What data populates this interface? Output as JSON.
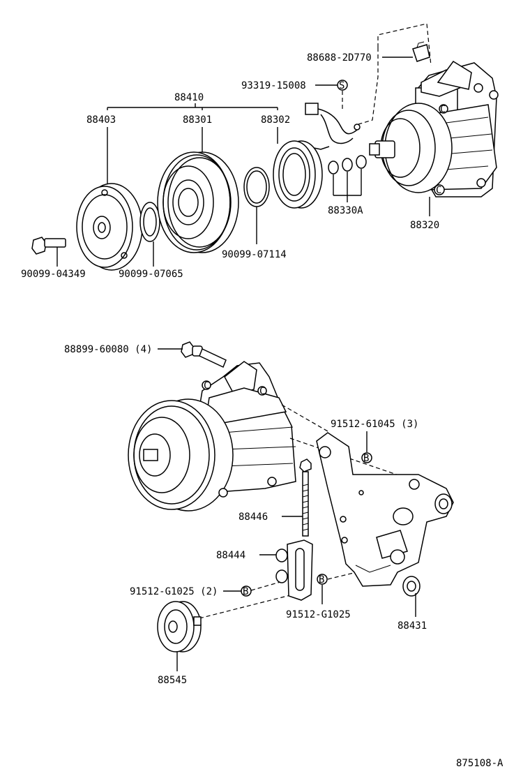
{
  "diagram_id": "875108-A",
  "part_labels": {
    "p88688": "88688-2D770",
    "p93319": "93319-15008",
    "p88410": "88410",
    "p88403": "88403",
    "p88301": "88301",
    "p88302": "88302",
    "p88330A": "88330A",
    "p88320": "88320",
    "p90099_04349": "90099-04349",
    "p90099_07065": "90099-07065",
    "p90099_07114": "90099-07114",
    "p88899": "88899-60080 (4)",
    "p91512_61045": "91512-61045 (3)",
    "p88446": "88446",
    "p88444": "88444",
    "p91512_G1025_2": "91512-G1025 (2)",
    "p91512_G1025": "91512-G1025",
    "p88431": "88431",
    "p88545": "88545"
  },
  "markers": {
    "s": "S",
    "b": "B",
    "c": "C"
  }
}
